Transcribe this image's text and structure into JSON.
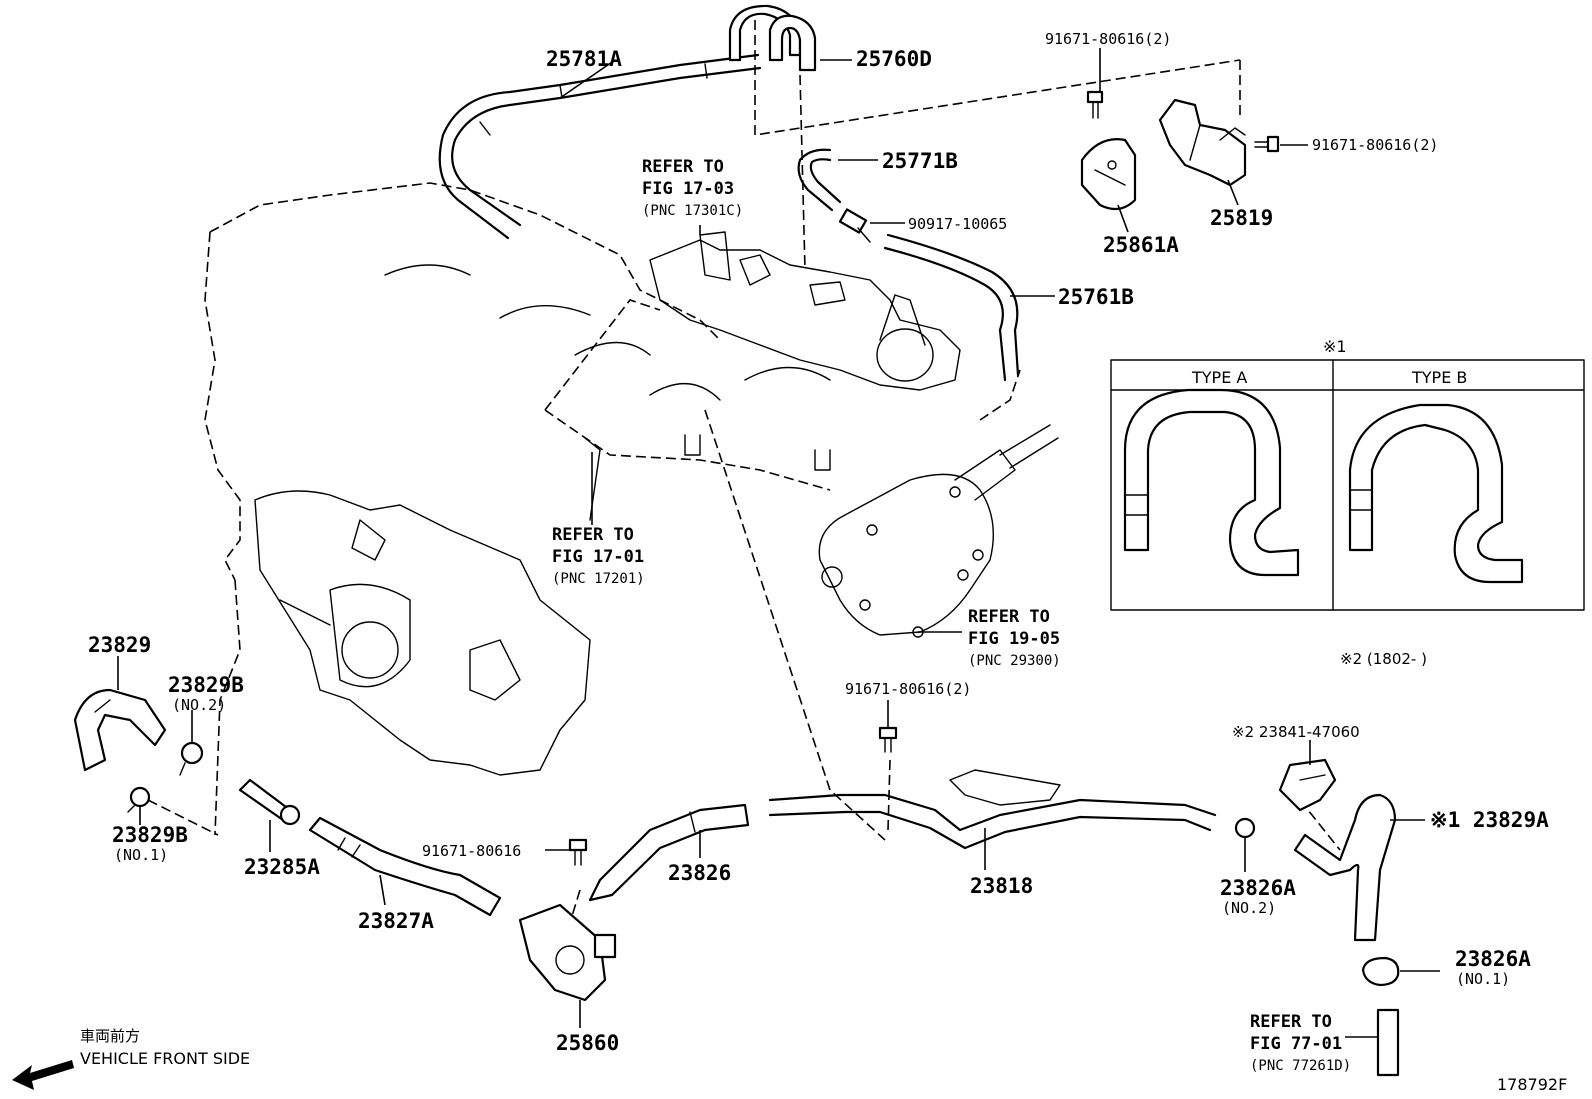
{
  "parts": {
    "p25781A": "25781A",
    "p25760D": "25760D",
    "p91671_top": "91671-80616(2)",
    "p91671_right": "91671-80616(2)",
    "p25771B": "25771B",
    "p90917": "90917-10065",
    "p25861A": "25861A",
    "p25819": "25819",
    "p25761B": "25761B",
    "p23829": "23829",
    "p23829B_no2": "23829B",
    "no2_a": "(NO.2)",
    "p23829B_no1": "23829B",
    "no1_a": "(NO.1)",
    "p23285A": "23285A",
    "p23827A": "23827A",
    "p91671_low": "91671-80616",
    "p91671_mid": "91671-80616(2)",
    "p23826": "23826",
    "p23818": "23818",
    "p25860": "25860",
    "mark2_23841": "※2 23841-47060",
    "p23829A": "※1 23829A",
    "p23826A_no2": "23826A",
    "no2_b": "(NO.2)",
    "p23826A_no1": "23826A",
    "no1_b": "(NO.1)"
  },
  "refs": {
    "r1703": {
      "l1": "REFER TO",
      "l2": "FIG 17-03",
      "l3": "(PNC 17301C)"
    },
    "r1701": {
      "l1": "REFER TO",
      "l2": "FIG 17-01",
      "l3": "(PNC 17201)"
    },
    "r1905": {
      "l1": "REFER TO",
      "l2": "FIG 19-05",
      "l3": "(PNC 29300)"
    },
    "r7701": {
      "l1": "REFER TO",
      "l2": "FIG 77-01",
      "l3": "(PNC 77261D)"
    }
  },
  "inset": {
    "mark": "※1",
    "type_a": "TYPE A",
    "type_b": "TYPE B",
    "note2": "※2 (1802-      )"
  },
  "footer": {
    "front_jp": "車両前方",
    "front_en": "VEHICLE FRONT SIDE",
    "fig_id": "178792F"
  }
}
